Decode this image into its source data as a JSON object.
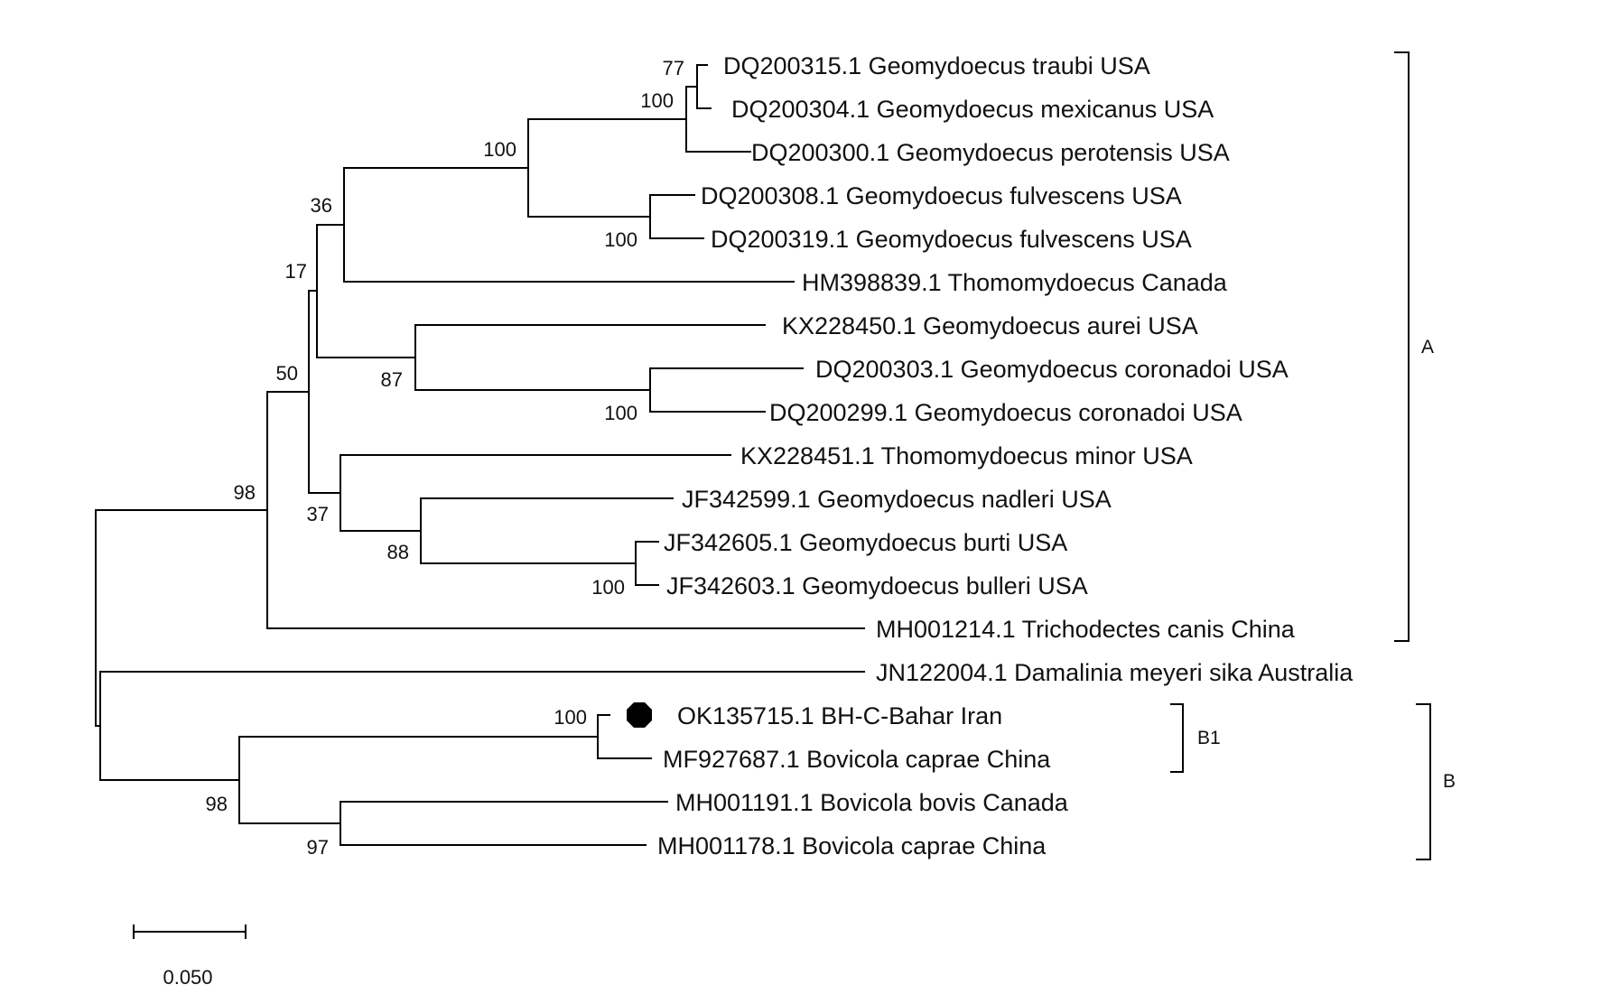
{
  "leaves": [
    "DQ200315.1 Geomydoecus traubi USA",
    "DQ200304.1 Geomydoecus mexicanus USA",
    "DQ200300.1 Geomydoecus perotensis USA",
    "DQ200308.1 Geomydoecus fulvescens USA",
    "DQ200319.1 Geomydoecus fulvescens USA",
    "HM398839.1 Thomomydoecus Canada",
    "KX228450.1 Geomydoecus aurei USA",
    "DQ200303.1 Geomydoecus coronadoi USA",
    "DQ200299.1 Geomydoecus coronadoi USA",
    "KX228451.1 Thomomydoecus minor USA",
    "JF342599.1 Geomydoecus nadleri USA",
    "JF342605.1 Geomydoecus burti USA",
    "JF342603.1 Geomydoecus bulleri USA",
    "MH001214.1 Trichodectes canis China",
    "JN122004.1 Damalinia meyeri sika Australia",
    "OK135715.1 BH-C-Bahar Iran",
    "MF927687.1 Bovicola caprae China",
    "MH001191.1 Bovicola bovis Canada",
    "MH001178.1 Bovicola caprae China"
  ],
  "bootstrap": [
    "77",
    "100",
    "100",
    "100",
    "36",
    "17",
    "87",
    "100",
    "50",
    "37",
    "88",
    "100",
    "98",
    "100",
    "98",
    "97"
  ],
  "clades": {
    "A": "A",
    "B1": "B1",
    "B": "B"
  },
  "highlight_marker": "filled-octagon",
  "scale_bar": {
    "label": "0.050",
    "value": 0.05
  }
}
